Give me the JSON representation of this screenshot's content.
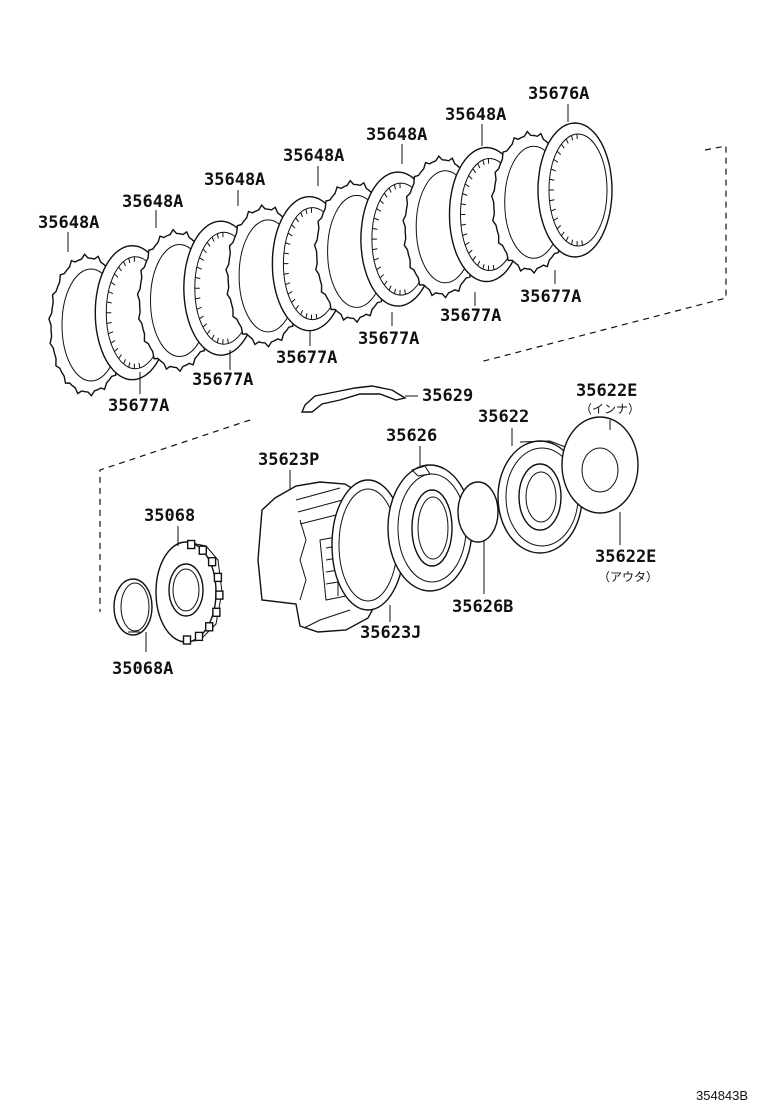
{
  "labels": {
    "l_35676A": "35676A",
    "l_35648A_1": "35648A",
    "l_35648A_2": "35648A",
    "l_35648A_3": "35648A",
    "l_35648A_4": "35648A",
    "l_35648A_5": "35648A",
    "l_35648A_6": "35648A",
    "l_35677A_1": "35677A",
    "l_35677A_2": "35677A",
    "l_35677A_3": "35677A",
    "l_35677A_4": "35677A",
    "l_35677A_5": "35677A",
    "l_35677A_6": "35677A",
    "l_35629": "35629",
    "l_35622E_inner": "35622E",
    "l_35622E_inner_sub": "（インナ）",
    "l_35622": "35622",
    "l_35626": "35626",
    "l_35623P": "35623P",
    "l_35068": "35068",
    "l_35622E_outer": "35622E",
    "l_35622E_outer_sub": "（アウタ）",
    "l_35626B": "35626B",
    "l_35623J": "35623J",
    "l_35068A": "35068A"
  },
  "diagram_code": "354843B"
}
